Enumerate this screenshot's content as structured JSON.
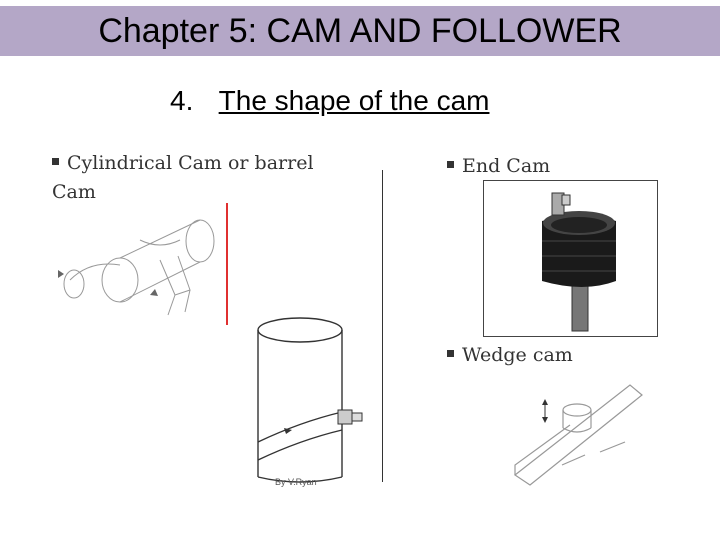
{
  "slide": {
    "title": "Chapter 5:  CAM AND FOLLOWER",
    "section_number": "4.",
    "section_title": "The shape of the cam"
  },
  "figures": {
    "cylindrical": {
      "label_line1": "Cylindrical Cam or barrel",
      "label_line2": "Cam"
    },
    "barrel_credit": "By V.Ryan",
    "end_cam": {
      "label": "End Cam"
    },
    "wedge_cam": {
      "label": "Wedge cam"
    }
  },
  "colors": {
    "title_bar": "#b4a7c7",
    "accent_line": "#e03030"
  }
}
